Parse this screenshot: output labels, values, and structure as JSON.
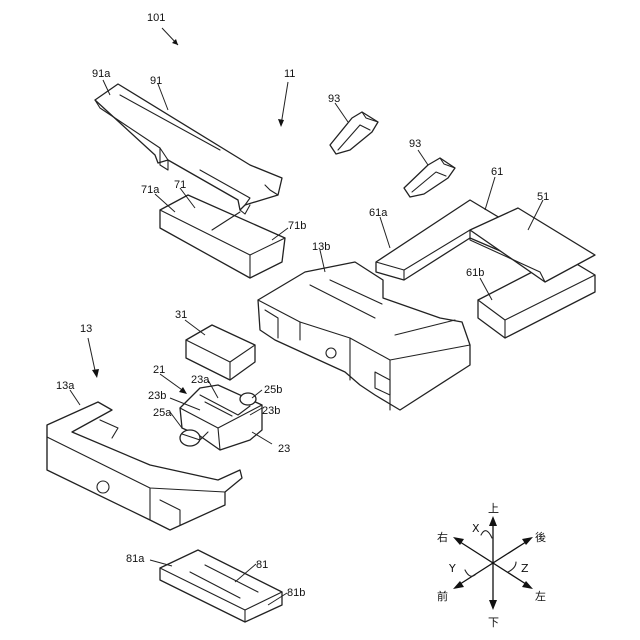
{
  "labels": {
    "l101": "101",
    "l11": "11",
    "l91a": "91a",
    "l91": "91",
    "l93_top": "93",
    "l93_mid": "93",
    "l61": "61",
    "l51": "51",
    "l71a": "71a",
    "l71": "71",
    "l71b": "71b",
    "l13b": "13b",
    "l61a": "61a",
    "l61b": "61b",
    "l31": "31",
    "l13": "13",
    "l21": "21",
    "l23a": "23a",
    "l13a": "13a",
    "l23b_left": "23b",
    "l25b": "25b",
    "l23b_right": "23b",
    "l25a": "25a",
    "l23": "23",
    "l81a": "81a",
    "l81": "81",
    "l81b": "81b"
  },
  "axes": {
    "up": "上",
    "down": "下",
    "right": "右",
    "rear": "後",
    "front": "前",
    "left": "左",
    "x": "X",
    "y": "Y",
    "z": "Z"
  },
  "colors": {
    "line": "#222222",
    "background": "#ffffff"
  }
}
